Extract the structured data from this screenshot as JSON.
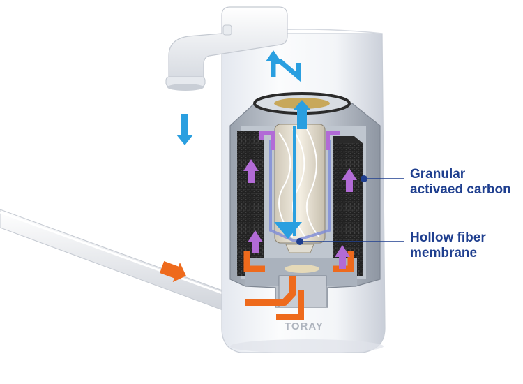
{
  "brand": {
    "logo_text": "TORAY"
  },
  "callouts": {
    "granular_carbon": {
      "line1": "Granular",
      "line2": "activaed carbon"
    },
    "hollow_fiber": {
      "line1": "Hollow fiber",
      "line2": "membrane"
    }
  },
  "colors": {
    "accent_blue": "#2a9fe0",
    "flow_orange": "#ee6a1c",
    "flow_purple": "#b26bd6",
    "label_navy": "#1f3f8f",
    "carbon_black": "#1e1e1e"
  },
  "icons": [
    "flow-arrow-down-icon",
    "flow-arrow-up-icon",
    "inlet-arrow-icon"
  ]
}
